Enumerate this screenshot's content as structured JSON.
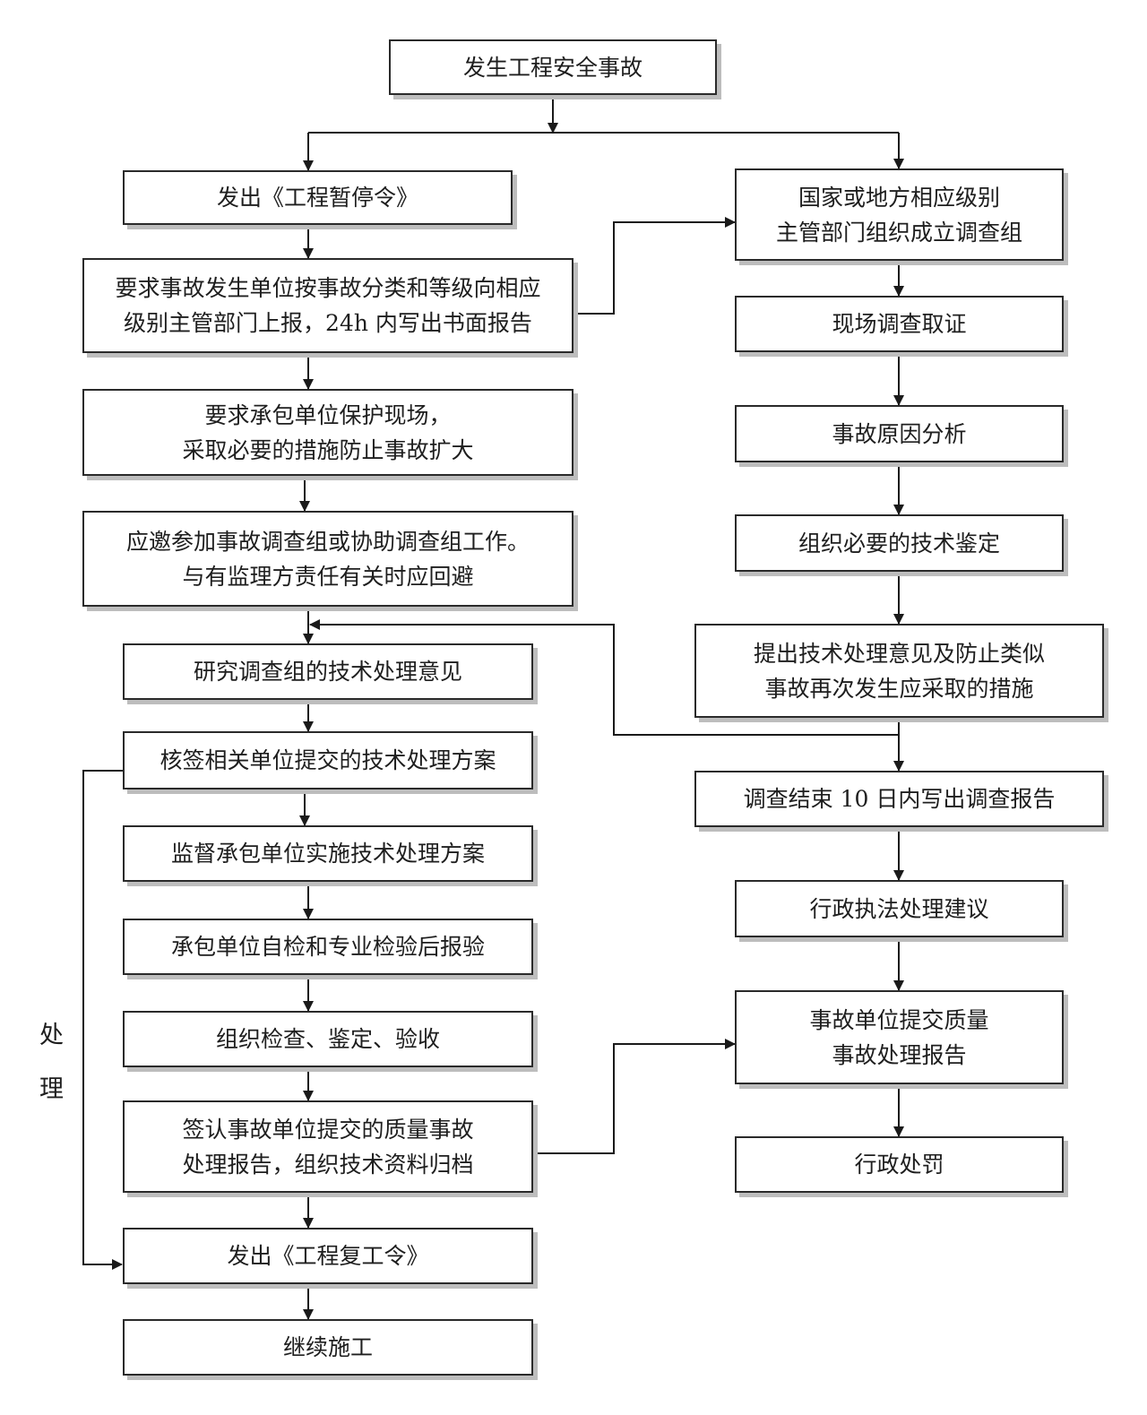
{
  "diagram": {
    "nodes": {
      "start": "发生工程安全事故",
      "stop_order": "发出《工程暂停令》",
      "report_upward": "要求事故发生单位按事故分类和等级向相应\n级别主管部门上报，24h 内写出书面报告",
      "protect_site": "要求承包单位保护现场，\n采取必要的措施防止事故扩大",
      "join_investigation": "应邀参加事故调查组或协助调查组工作。\n与有监理方责任有关时应回避",
      "study_opinions": "研究调查组的技术处理意见",
      "sign_plan": "核签相关单位提交的技术处理方案",
      "supervise_implementation": "监督承包单位实施技术处理方案",
      "self_inspection": "承包单位自检和专业检验后报验",
      "organize_acceptance": "组织检查、鉴定、验收",
      "sign_report": "签认事故单位提交的质量事故\n处理报告，组织技术资料归档",
      "resume_order": "发出《工程复工令》",
      "continue_construction": "继续施工",
      "form_team": "国家或地方相应级别\n主管部门组织成立调查组",
      "site_evidence": "现场调查取证",
      "cause_analysis": "事故原因分析",
      "technical_appraisal": "组织必要的技术鉴定",
      "propose_measures": "提出技术处理意见及防止类似\n事故再次发生应采取的措施",
      "investigation_report": "调查结束 10 日内写出调查报告",
      "admin_enforcement": "行政执法处理建议",
      "quality_report": "事故单位提交质量\n事故处理报告",
      "admin_penalty": "行政处罚"
    },
    "side_label": {
      "char1": "处",
      "char2": "理"
    }
  }
}
